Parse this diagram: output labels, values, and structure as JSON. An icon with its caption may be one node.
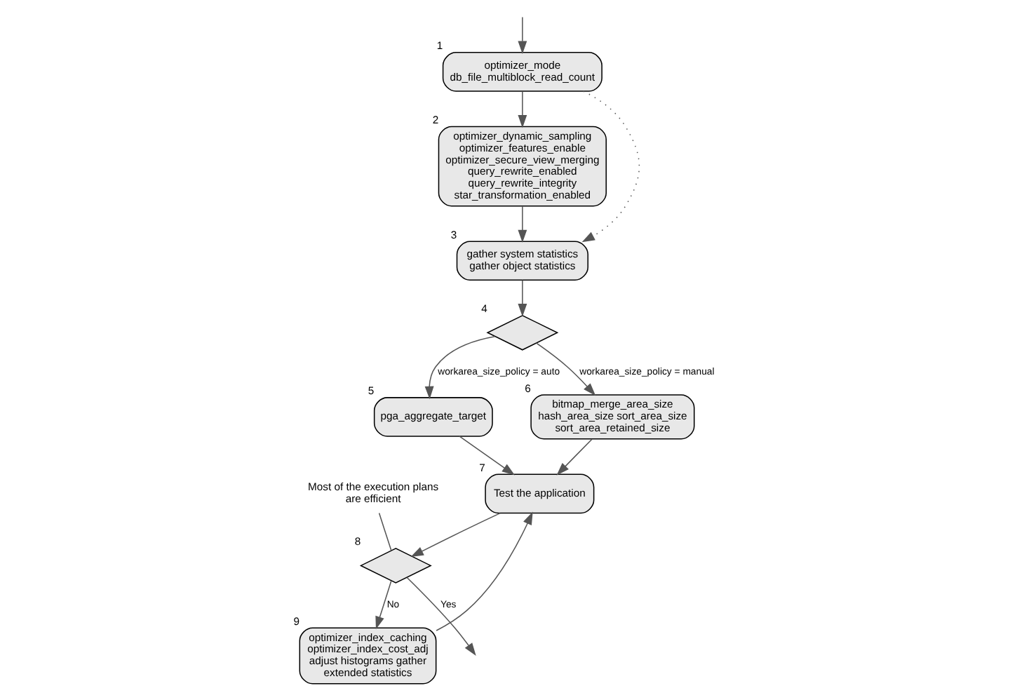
{
  "diagram": {
    "nodes": [
      {
        "text": [
          "optimizer_mode db_file_multiblock_read_count"
        ],
        "beside": [
          "1"
        ]
      },
      {
        "text": [
          "optimizer_dynamic_sampling optimizer_features_enable optimizer_secure_view_merging query_rewrite_enabled query_rewrite_integrity star_transformation_enabled"
        ],
        "beside": [
          "2"
        ]
      },
      {
        "text": [
          "gather system statistics gather object statistics"
        ],
        "beside": [
          "3"
        ]
      },
      {
        "text": [],
        "shape": "diamond",
        "beside": [
          "4"
        ]
      },
      {
        "text": [
          "pga_aggregate_target"
        ],
        "beside": [
          "5"
        ]
      },
      {
        "text": [
          "bitmap_merge_area_size hash_area_size sort_area_size sort_area_retained_size"
        ],
        "beside": [
          "6"
        ]
      },
      {
        "text": [
          "Test the application"
        ],
        "beside": [
          "7"
        ]
      },
      {
        "text": [],
        "shape": "diamond",
        "beside": [
          "8"
        ]
      },
      {
        "text": [
          "optimizer_index_caching optimizer_index_cost_adj adjust histograms gather extended statistics"
        ],
        "beside": [
          "9"
        ]
      },
      {
        "text": [
          "Most of the execution plans are efficient"
        ]
      }
    ],
    "edges": [
      {
        "from": null,
        "to": 0,
        "arrow": "to"
      },
      {
        "from": 0,
        "to": 1,
        "arrow": "to"
      },
      {
        "from": 0,
        "to": 2,
        "arrow": "to",
        "style": "dashed"
      },
      {
        "from": 1,
        "to": 2,
        "arrow": "to"
      },
      {
        "from": 2,
        "to": 3,
        "arrow": "to"
      },
      {
        "from": 3,
        "to": 4,
        "arrow": "to",
        "label": "workarea_size_policy = auto"
      },
      {
        "from": 3,
        "to": 5,
        "arrow": "to",
        "label": "workarea_size_policy = manual"
      },
      {
        "from": 4,
        "to": 6,
        "arrow": "to"
      },
      {
        "from": 5,
        "to": 6,
        "arrow": "to"
      },
      {
        "from": 6,
        "to": 7,
        "arrow": "to"
      },
      {
        "from": 7,
        "to": 8,
        "arrow": "to",
        "label": "No"
      },
      {
        "from": 8,
        "to": 6,
        "arrow": "to"
      },
      {
        "from": 7,
        "to": null,
        "arrow": "to",
        "label": "Yes"
      },
      {
        "from": 9,
        "to": 7,
        "arrow": "none"
      }
    ]
  }
}
